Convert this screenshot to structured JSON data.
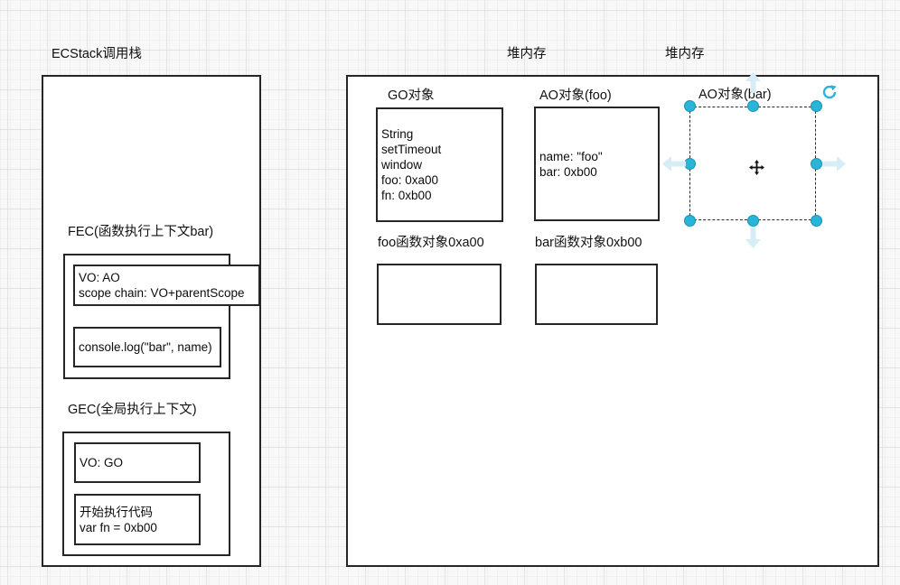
{
  "colors": {
    "accent": "#29b4d8",
    "accent_light": "#d7edf6",
    "shape_border": "#262626",
    "canvas_bg": "#f8f8f8"
  },
  "icons": {
    "rotate": "rotate-clockwise-icon",
    "move": "move-cross-icon",
    "direction_arrows": [
      "up",
      "down",
      "left",
      "right"
    ]
  },
  "left_panel": {
    "title": "ECStack调用栈",
    "fec_label": "FEC(函数执行上下文bar)",
    "fec_vo_line1": "VO: AO",
    "fec_vo_line2": "scope chain: VO+parentScope",
    "fec_code": "console.log(\"bar\", name)",
    "gec_label": "GEC(全局执行上下文)",
    "gec_vo": "VO: GO",
    "gec_code_line1": "开始执行代码",
    "gec_code_line2": "var fn = 0xb00"
  },
  "heap": {
    "title_left": "堆内存",
    "title_right": "堆内存",
    "go_label": "GO对象",
    "go_lines": [
      "String",
      "setTimeout",
      "window",
      "foo: 0xa00",
      "fn: 0xb00"
    ],
    "ao_foo_label": "AO对象(foo)",
    "ao_foo_lines": [
      "name: \"foo\"",
      "bar: 0xb00"
    ],
    "ao_bar_label": "AO对象(bar)",
    "foo_fn_label": "foo函数对象0xa00",
    "bar_fn_label": "bar函数对象0xb00"
  }
}
